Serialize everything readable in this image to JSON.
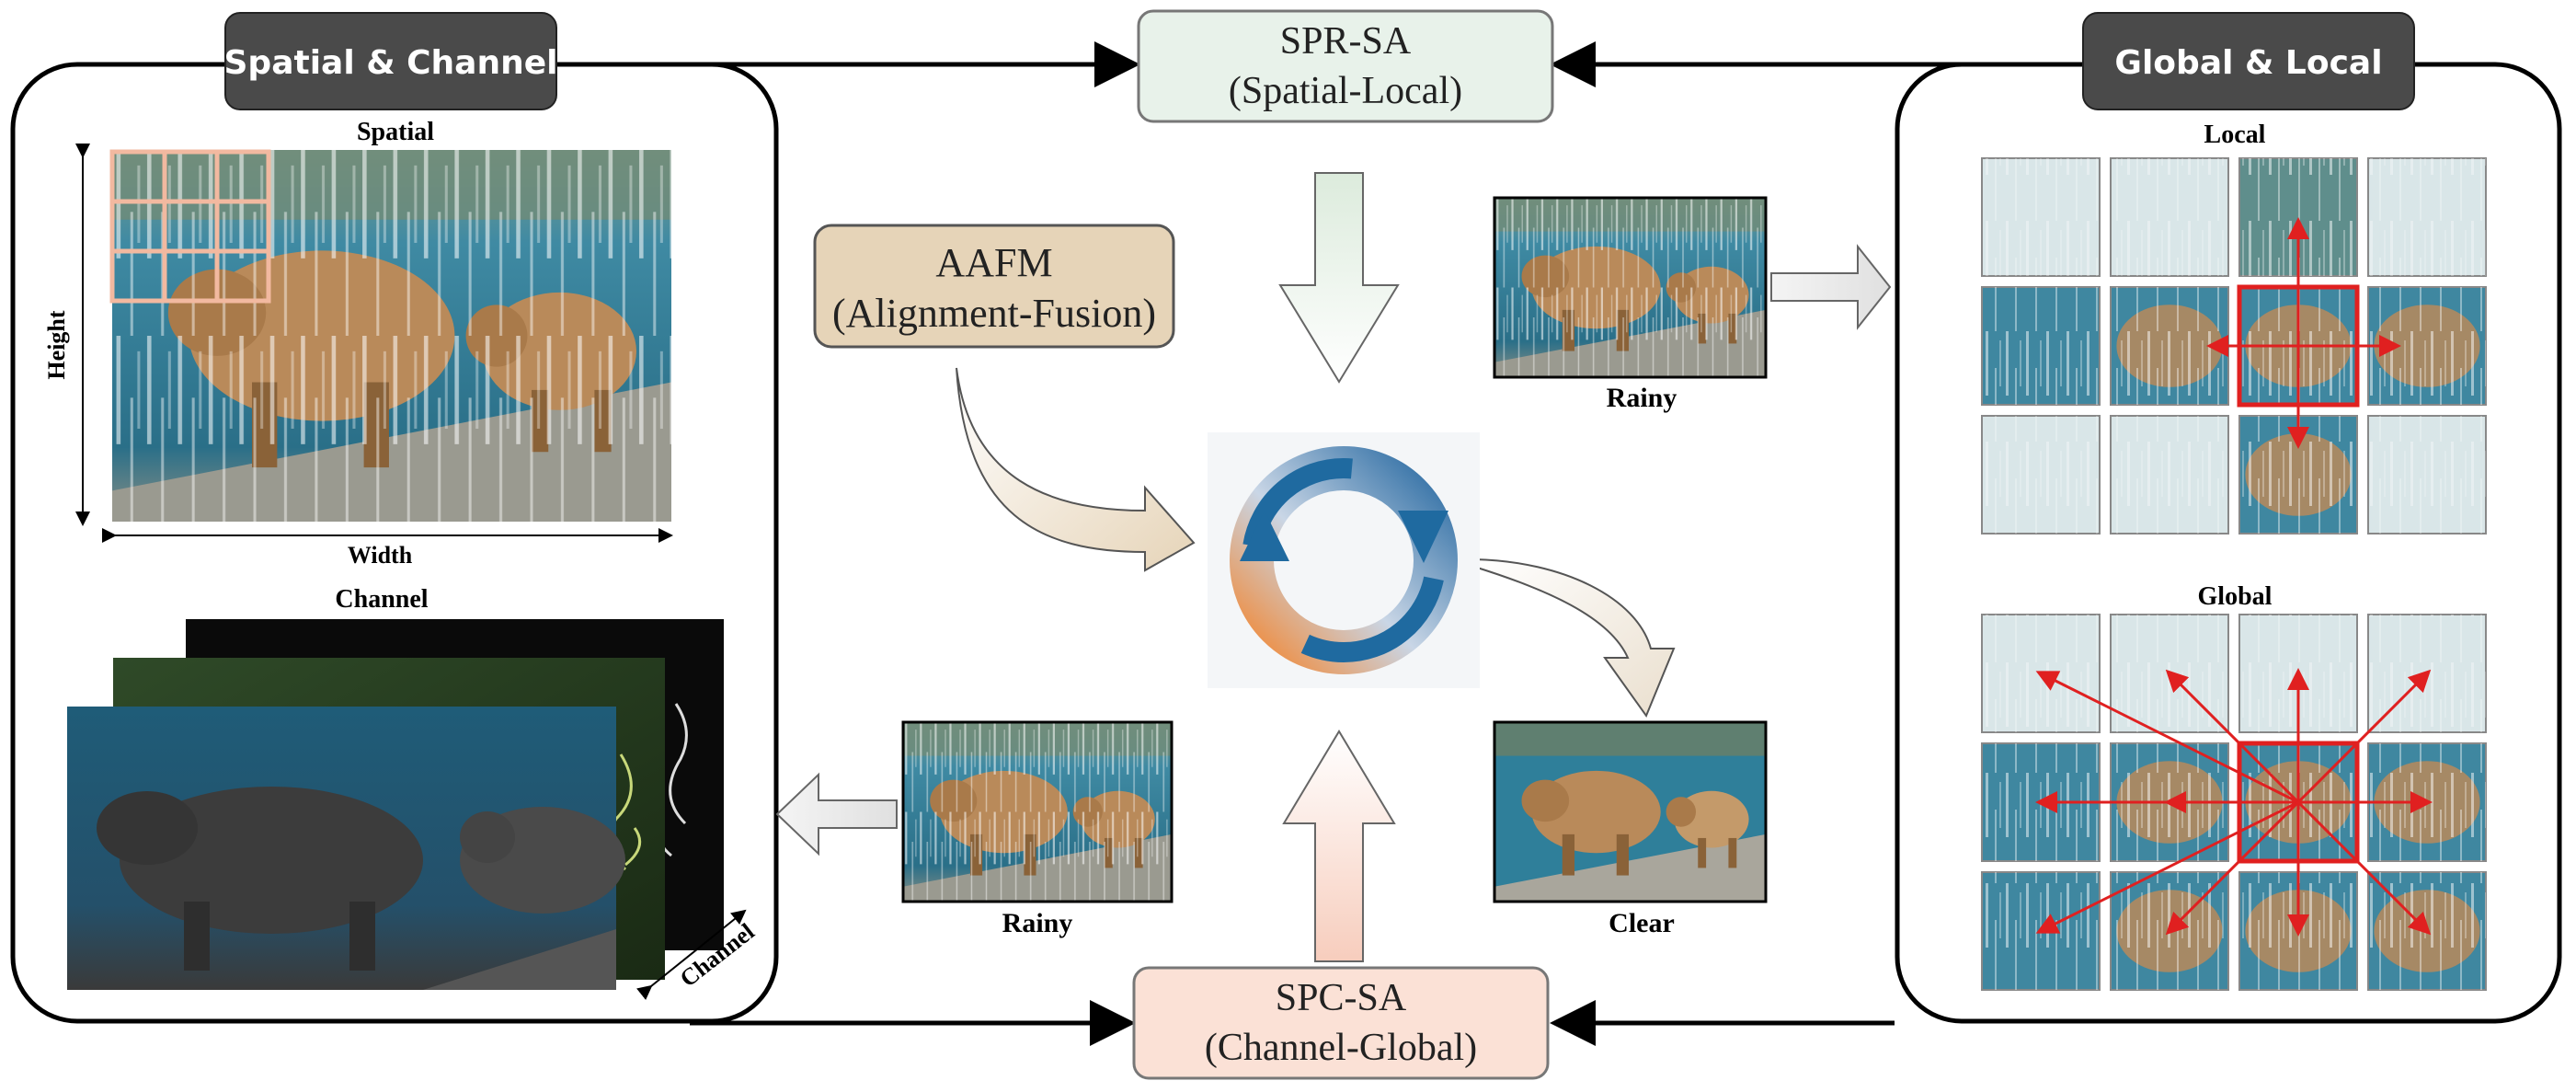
{
  "left_panel": {
    "tab_label": "Spatial & Channel",
    "spatial_title": "Spatial",
    "height_label": "Height",
    "width_label": "Width",
    "channel_title": "Channel",
    "channel_axis_label": "Channel"
  },
  "right_panel": {
    "tab_label": "Global & Local",
    "local_title": "Local",
    "global_title": "Global"
  },
  "modules": {
    "spr_sa": {
      "name": "SPR-SA",
      "subtitle": "(Spatial-Local)"
    },
    "aafm": {
      "name": "AAFM",
      "subtitle": "(Alignment-Fusion)"
    },
    "spc_sa": {
      "name": "SPC-SA",
      "subtitle": "(Channel-Global)"
    }
  },
  "image_labels": {
    "rainy_top": "Rainy",
    "rainy_bottom": "Rainy",
    "clear": "Clear"
  },
  "colors": {
    "tab_bg": "#4a4a4a",
    "spr_fill": "#e8f2ea",
    "aafm_fill": "#e6d4b8",
    "spc_fill": "#fbe1d6",
    "highlight_red": "#e02020",
    "water": "#2f7f9a"
  }
}
